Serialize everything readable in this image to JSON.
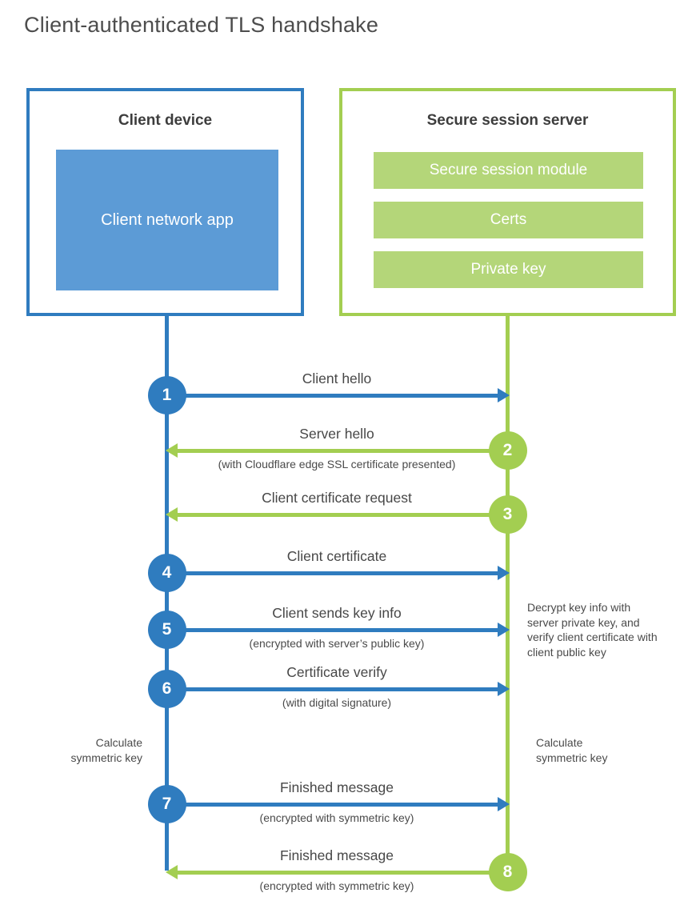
{
  "title": "Client-authenticated TLS handshake",
  "colors": {
    "blue": "#2f7cbf",
    "blue_fill": "#5c9bd6",
    "green": "#a3ce51",
    "green_fill": "#b4d679"
  },
  "client_box": {
    "heading": "Client device",
    "app_label": "Client network app"
  },
  "server_box": {
    "heading": "Secure session server",
    "modules": [
      "Secure session module",
      "Certs",
      "Private key"
    ]
  },
  "steps": [
    {
      "number": "1",
      "from": "client",
      "direction": "right",
      "color": "blue",
      "label": "Client hello",
      "sublabel": ""
    },
    {
      "number": "2",
      "from": "server",
      "direction": "left",
      "color": "green",
      "label": "Server hello",
      "sublabel": "(with Cloudflare edge SSL certificate presented)"
    },
    {
      "number": "3",
      "from": "server",
      "direction": "left",
      "color": "green",
      "label": "Client certificate request",
      "sublabel": ""
    },
    {
      "number": "4",
      "from": "client",
      "direction": "right",
      "color": "blue",
      "label": "Client certificate",
      "sublabel": ""
    },
    {
      "number": "5",
      "from": "client",
      "direction": "right",
      "color": "blue",
      "label": "Client sends key info",
      "sublabel": "(encrypted with server’s public key)"
    },
    {
      "number": "6",
      "from": "client",
      "direction": "right",
      "color": "blue",
      "label": "Certificate verify",
      "sublabel": "(with digital signature)"
    },
    {
      "number": "7",
      "from": "client",
      "direction": "right",
      "color": "blue",
      "label": "Finished message",
      "sublabel": "(encrypted with symmetric key)"
    },
    {
      "number": "8",
      "from": "server",
      "direction": "left",
      "color": "green",
      "label": "Finished message",
      "sublabel": "(encrypted with symmetric key)"
    }
  ],
  "annotations": {
    "decrypt_note": "Decrypt key info with server private key, and verify client certificate with client public key",
    "calculate_left": "Calculate symmetric key",
    "calculate_right": "Calculate symmetric key"
  }
}
